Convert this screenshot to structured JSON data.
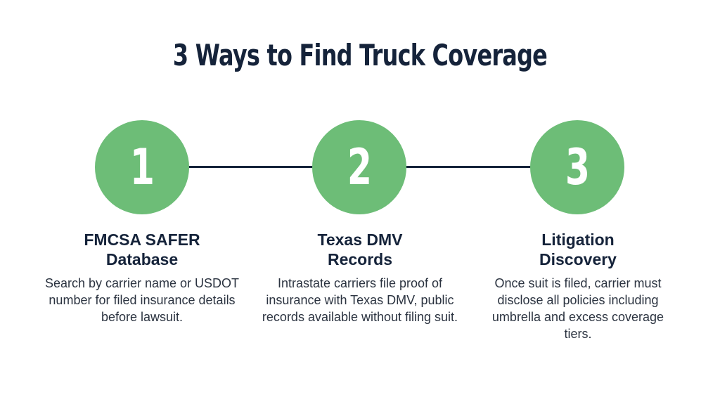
{
  "title": "3 Ways to Find Truck Coverage",
  "colors": {
    "accent": "#6dbd77",
    "heading": "#15233a",
    "text": "#2b3340",
    "background": "#ffffff"
  },
  "steps": [
    {
      "number": "1",
      "heading": "FMCSA SAFER Database",
      "description": "Search by carrier name or USDOT number for filed insurance details before lawsuit."
    },
    {
      "number": "2",
      "heading": "Texas DMV Records",
      "description": "Intrastate carriers file proof of insurance with Texas DMV, public records available without filing suit."
    },
    {
      "number": "3",
      "heading": "Litigation Discovery",
      "description": "Once suit is filed, carrier must disclose all policies including umbrella and excess coverage tiers."
    }
  ]
}
